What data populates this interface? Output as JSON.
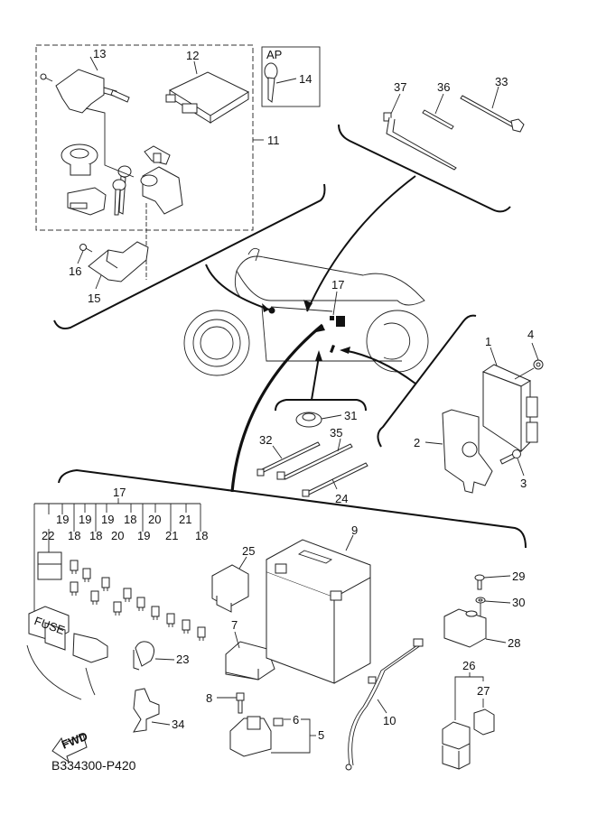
{
  "diagram": {
    "title_code": "B334300-P420",
    "fwd_label": "FWD",
    "ap_label": "AP",
    "fuse_label": "FUSE",
    "callouts": {
      "c1": "1",
      "c2": "2",
      "c3": "3",
      "c4": "4",
      "c5": "5",
      "c6": "6",
      "c7": "7",
      "c8": "8",
      "c9": "9",
      "c10": "10",
      "c11": "11",
      "c12": "12",
      "c13": "13",
      "c14": "14",
      "c15": "15",
      "c16": "16",
      "c17_bike": "17",
      "c17_fuse": "17",
      "c22": "22",
      "c23": "23",
      "c24": "24",
      "c25": "25",
      "c26": "26",
      "c27": "27",
      "c28": "28",
      "c29": "29",
      "c30": "30",
      "c31": "31",
      "c32": "32",
      "c33": "33",
      "c34": "34",
      "c35": "35",
      "c36": "36",
      "c37": "37"
    },
    "fuse_row_top": [
      "19",
      "19",
      "19",
      "18",
      "20",
      "21"
    ],
    "fuse_row_bottom": [
      "18",
      "18",
      "20",
      "19",
      "21",
      "18"
    ]
  }
}
